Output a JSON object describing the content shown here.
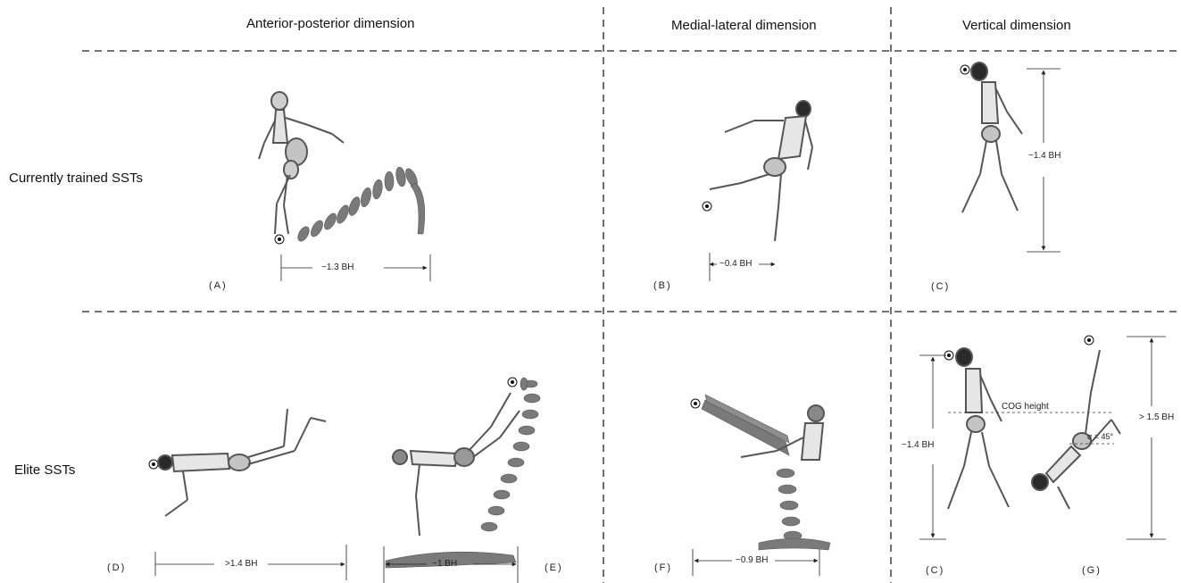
{
  "headers": {
    "anterior_posterior": "Anterior-posterior dimension",
    "medial_lateral": "Medial-lateral dimension",
    "vertical": "Vertical dimension"
  },
  "rows": {
    "currently_trained": "Currently trained SSTs",
    "elite": "Elite SSTs"
  },
  "panels": {
    "A": "(A)",
    "B": "(B)",
    "C_top": "(C)",
    "D": "(D)",
    "E": "(E)",
    "F": "(F)",
    "C_bottom": "(C)",
    "G": "(G)"
  },
  "measurements": {
    "A": "~1.3 BH",
    "B": "~0.4 BH",
    "C_top": "~1.4 BH",
    "D": ">1.4 BH",
    "E": "~1 BH",
    "F": "~0.9 BH",
    "C_bottom": "~1.4 BH",
    "G": "> 1.5 BH",
    "cog": "COG height",
    "angle": "α = 45°"
  },
  "colors": {
    "line": "#111111",
    "bone": "#d9d9d9",
    "bone_dark": "#8a8a8a",
    "skull": "#2a2a2a",
    "trail": "#7a7a7a"
  }
}
